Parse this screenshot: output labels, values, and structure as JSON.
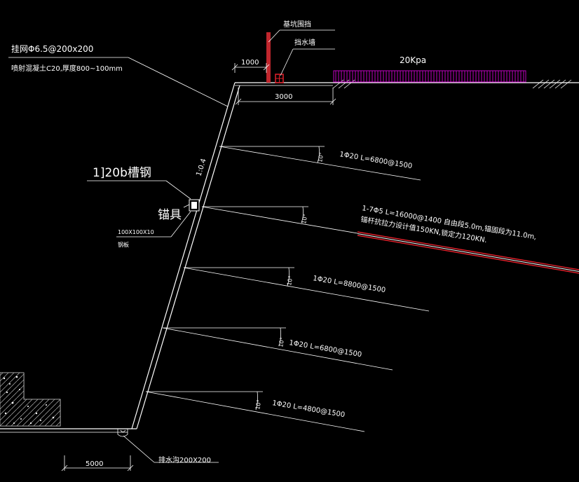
{
  "title": {
    "mesh": "挂网Φ6.5@200x200",
    "shotcrete": "喷射混凝土C20,厚度800~100mm"
  },
  "labels": {
    "fence": "基坑围挡",
    "retaining_wall": "挡水墙",
    "load": "20Kpa",
    "dim_1000": "1000",
    "dim_3000": "3000",
    "dim_5000": "5000",
    "slope": "1:0.4",
    "channel": "1]20b槽钢",
    "anchor": "锚具",
    "plate_size": "100X100X10",
    "plate_name": "钢板",
    "drain": "排水沟200X200"
  },
  "nails": [
    {
      "spec": "1Φ20  L=6800@1500",
      "angle": "10°"
    },
    {
      "spec": "1-7Φ5  L=16000@1400     自由段5.0m,锚固段为11.0m,",
      "spec2": "锚杆抗拉力设计值150KN,锁定力120KN.",
      "angle": "10°"
    },
    {
      "spec": "1Φ20  L=8800@1500",
      "angle": "10°"
    },
    {
      "spec": "1Φ20  L=6800@1500",
      "angle": "10°"
    },
    {
      "spec": "1Φ20  L=4800@1500",
      "angle": "10°"
    }
  ],
  "colors": {
    "background": "#000000",
    "line": "#ffffff",
    "fence": "#c0262d",
    "load": "#c000c0",
    "anchor_red": "#e0202a"
  }
}
